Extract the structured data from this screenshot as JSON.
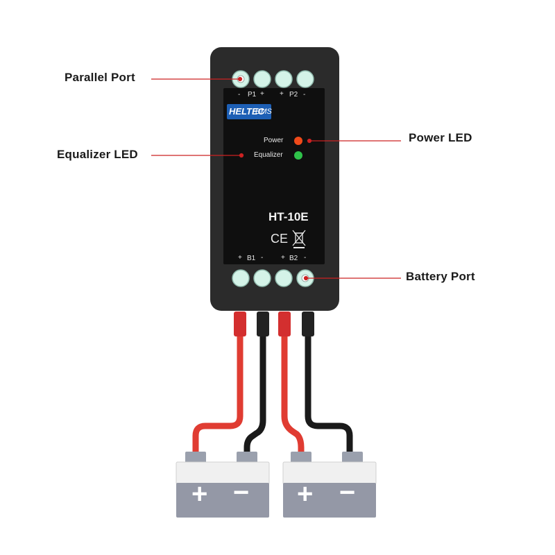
{
  "callouts": {
    "parallel_port": "Parallel Port",
    "power_led": "Power LED",
    "equalizer_led": "Equalizer LED",
    "battery_port": "Battery Port"
  },
  "device": {
    "brand_primary": "HELTEC",
    "brand_secondary": "BMS",
    "model": "HT-10E",
    "certification": "CE",
    "top_port_labels": [
      "-",
      "P1",
      "+",
      "+",
      "P2",
      "-"
    ],
    "bottom_port_labels": [
      "+",
      "B1",
      "-",
      "+",
      "B2",
      "-"
    ],
    "led_labels": {
      "power": "Power",
      "equalizer": "Equalizer"
    }
  },
  "batteries": [
    {
      "positive_symbol": "+",
      "negative_symbol": "−"
    },
    {
      "positive_symbol": "+",
      "negative_symbol": "−"
    }
  ],
  "colors": {
    "device_body": "#2b2b2b",
    "panel": "#0f0f0f",
    "terminal": "#d4f3e8",
    "power_led": "#f04a1a",
    "equalizer_led": "#2fc24a",
    "leader_line": "#cc2222",
    "red_wire": "#e03c32",
    "black_wire": "#1a1a1a",
    "battery_body": "#9498a6",
    "battery_top": "#f0f0f0",
    "brand": "#1d5fb5"
  }
}
